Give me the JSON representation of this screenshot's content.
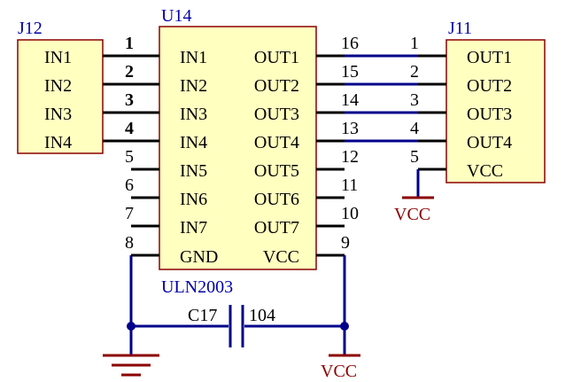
{
  "colors": {
    "wire": "#00008b",
    "pin": "#000000",
    "body_fill": "#ffffc0",
    "body_stroke": "#8b0000",
    "power": "#8b0000",
    "ref_text": "#0000aa"
  },
  "j12": {
    "ref": "J12",
    "pins": [
      "IN1",
      "IN2",
      "IN3",
      "IN4"
    ],
    "pin_numbers": [
      "1",
      "2",
      "3",
      "4"
    ]
  },
  "u14": {
    "ref": "U14",
    "part": "ULN2003",
    "left_labels": [
      "IN1",
      "IN2",
      "IN3",
      "IN4",
      "IN5",
      "IN6",
      "IN7",
      "GND"
    ],
    "right_labels": [
      "OUT1",
      "OUT2",
      "OUT3",
      "OUT4",
      "OUT5",
      "OUT6",
      "OUT7",
      "VCC"
    ],
    "left_numbers": [
      "1",
      "2",
      "3",
      "4",
      "5",
      "6",
      "7",
      "8"
    ],
    "right_numbers": [
      "16",
      "15",
      "14",
      "13",
      "12",
      "11",
      "10",
      "9"
    ]
  },
  "j11": {
    "ref": "J11",
    "pins": [
      "OUT1",
      "OUT2",
      "OUT3",
      "OUT4",
      "VCC"
    ],
    "pin_numbers": [
      "1",
      "2",
      "3",
      "4",
      "5"
    ]
  },
  "c17": {
    "ref": "C17",
    "value": "104"
  },
  "power": {
    "vcc_j11": "VCC",
    "vcc_bottom": "VCC"
  }
}
